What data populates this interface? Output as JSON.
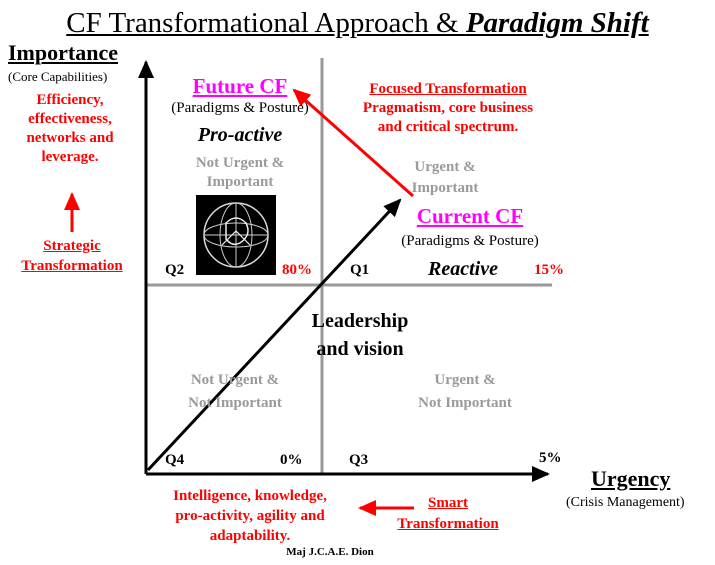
{
  "title": {
    "main": "CF Transformational Approach & ",
    "emphasis": "Paradigm Shift"
  },
  "y_axis": {
    "label": "Importance",
    "sublabel": "(Core Capabilities)"
  },
  "x_axis": {
    "label": "Urgency",
    "sublabel": "(Crisis Management)"
  },
  "left_note": {
    "line1": "Efficiency,",
    "line2": "effectiveness,",
    "line3": "networks and",
    "line4": "leverage."
  },
  "strategic": {
    "line1": "Strategic",
    "line2": "Transformation"
  },
  "future_cf": {
    "title": "Future CF",
    "sub": "(Paradigms & Posture)",
    "mode": "Pro-active"
  },
  "current_cf": {
    "title": "Current CF",
    "sub": "(Paradigms & Posture)",
    "mode": "Reactive"
  },
  "focused": {
    "line1": "Focused Transformation",
    "line2": "Pragmatism, core business",
    "line3": "and critical spectrum."
  },
  "quadrants": {
    "q2": {
      "id": "Q2",
      "line1": "Not Urgent &",
      "line2": "Important",
      "pct": "80%"
    },
    "q1": {
      "id": "Q1",
      "line1": "Urgent &",
      "line2": "Important",
      "pct": "15%"
    },
    "q4": {
      "id": "Q4",
      "line1": "Not Urgent &",
      "line2": "Not Important",
      "pct": "0%"
    },
    "q3": {
      "id": "Q3",
      "line1": "Urgent &",
      "line2": "Not Important",
      "pct": "5%"
    }
  },
  "leadership": {
    "line1": "Leadership",
    "line2": "and vision"
  },
  "bottom_note": {
    "line1": "Intelligence, knowledge,",
    "line2": "pro-activity, agility and",
    "line3": "adaptability."
  },
  "smart": {
    "line1": "Smart",
    "line2": "Transformation"
  },
  "author": "Maj J.C.A.E. Dion",
  "colors": {
    "accent_red": "#ff0000",
    "magenta": "#ff00ff",
    "gray": "#9a9a9a"
  },
  "icons": {
    "globe": "globe-emblem-icon"
  }
}
